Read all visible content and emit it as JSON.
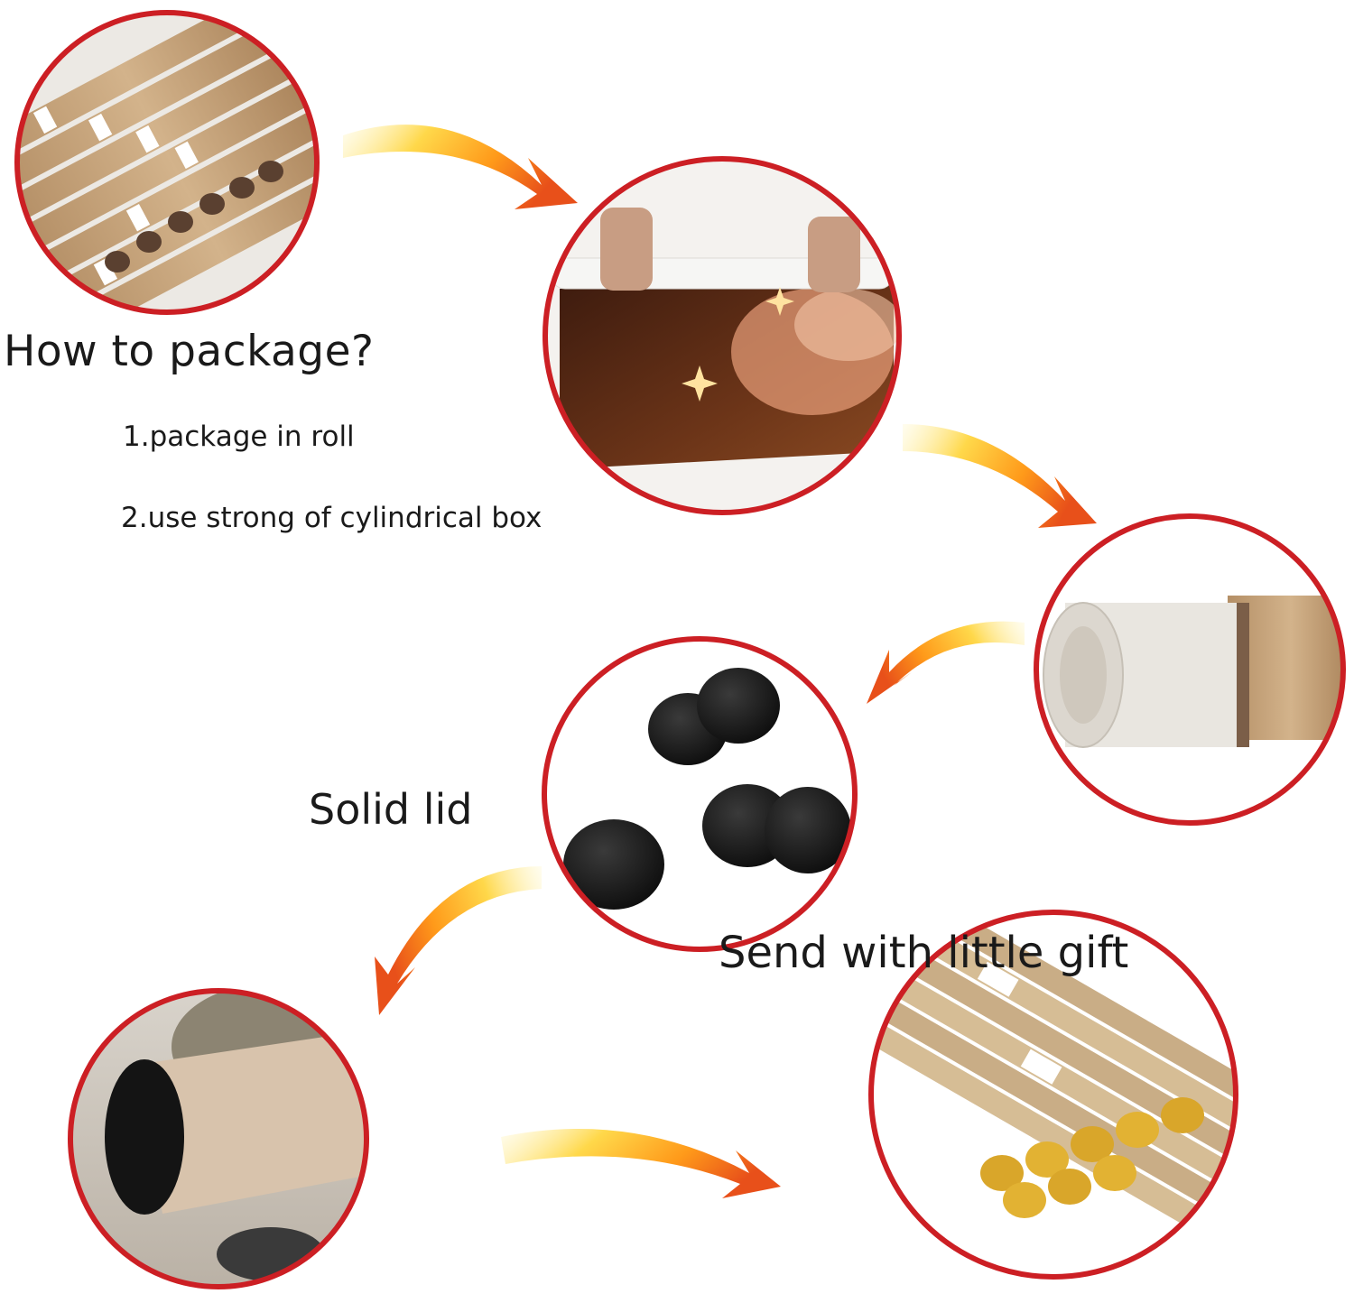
{
  "texts": {
    "heading": "How to package?",
    "step1": "1.package in roll",
    "step2": "2.use strong of cylindrical box",
    "lid_caption": "Solid lid",
    "gift_caption": "Send with little gift"
  },
  "photos": [
    {
      "name": "paper-tubes-photo",
      "subject": "brown cardboard tubes with labels"
    },
    {
      "name": "rolling-canvas-photo",
      "subject": "hands rolling a canvas print"
    },
    {
      "name": "canvas-in-tube-photo",
      "subject": "rolled canvas inside a tube"
    },
    {
      "name": "lids-photo",
      "subject": "black round plastic lids"
    },
    {
      "name": "capped-tube-photo",
      "subject": "tube closed with black lid"
    },
    {
      "name": "tube-bundle-photo",
      "subject": "bundle of wrapped tubes"
    }
  ],
  "colors": {
    "circle_border": "#cc1f24",
    "arrow_light": "#ffe680",
    "arrow_mid": "#ffb020",
    "arrow_dark": "#e8501a",
    "text": "#1a1a1a",
    "background": "#ffffff"
  },
  "icons": [
    "curved-arrow-icon"
  ]
}
